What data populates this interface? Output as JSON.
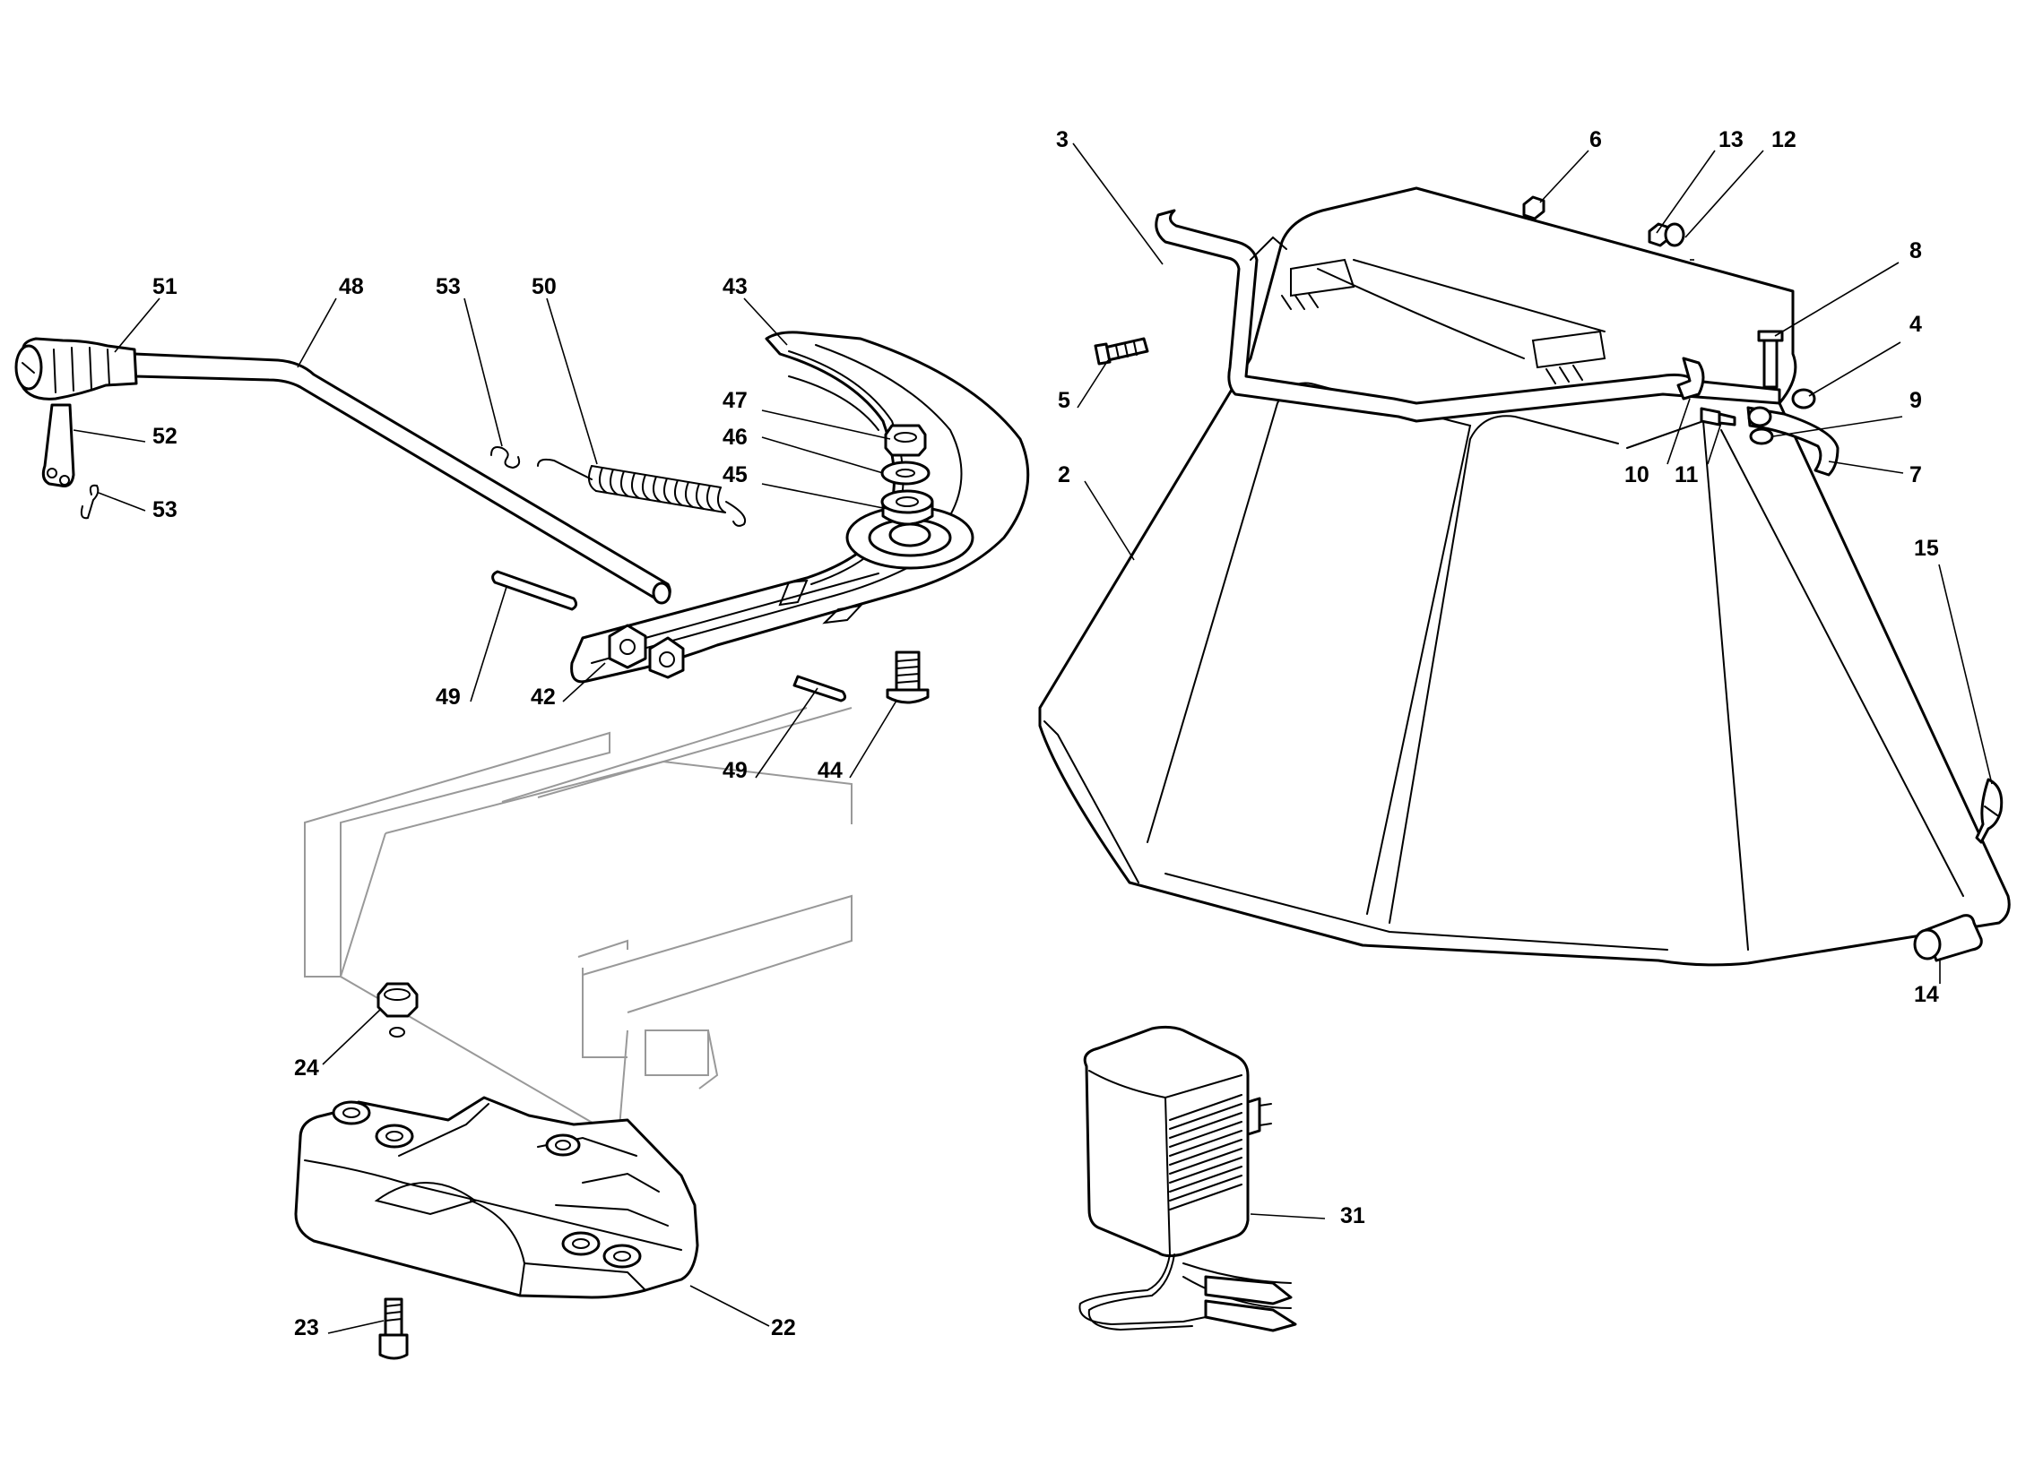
{
  "callouts": [
    {
      "id": "c51",
      "text": "51"
    },
    {
      "id": "c48",
      "text": "48"
    },
    {
      "id": "c53a",
      "text": "53"
    },
    {
      "id": "c50",
      "text": "50"
    },
    {
      "id": "c43",
      "text": "43"
    },
    {
      "id": "c47",
      "text": "47"
    },
    {
      "id": "c46",
      "text": "46"
    },
    {
      "id": "c45",
      "text": "45"
    },
    {
      "id": "c52",
      "text": "52"
    },
    {
      "id": "c53b",
      "text": "53"
    },
    {
      "id": "c49a",
      "text": "49"
    },
    {
      "id": "c42",
      "text": "42"
    },
    {
      "id": "c49b",
      "text": "49"
    },
    {
      "id": "c44",
      "text": "44"
    },
    {
      "id": "c3",
      "text": "3"
    },
    {
      "id": "c6",
      "text": "6"
    },
    {
      "id": "c13",
      "text": "13"
    },
    {
      "id": "c12",
      "text": "12"
    },
    {
      "id": "c8",
      "text": "8"
    },
    {
      "id": "c4",
      "text": "4"
    },
    {
      "id": "c5",
      "text": "5"
    },
    {
      "id": "c9",
      "text": "9"
    },
    {
      "id": "c10",
      "text": "10"
    },
    {
      "id": "c11",
      "text": "11"
    },
    {
      "id": "c7",
      "text": "7"
    },
    {
      "id": "c2",
      "text": "2"
    },
    {
      "id": "c15",
      "text": "15"
    },
    {
      "id": "c14",
      "text": "14"
    },
    {
      "id": "c24",
      "text": "24"
    },
    {
      "id": "c31",
      "text": "31"
    },
    {
      "id": "c23",
      "text": "23"
    },
    {
      "id": "c22",
      "text": "22"
    }
  ]
}
